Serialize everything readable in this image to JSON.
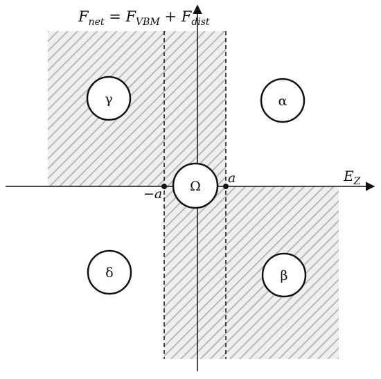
{
  "axes": {
    "y_label": {
      "base": "F",
      "net_sub": "net",
      "eq": " = ",
      "vbm_sub": "VBM",
      "plus": " + ",
      "dist_sub": "dist"
    },
    "x_label": {
      "base": "E",
      "sub": "Z"
    },
    "tick_positive": "a",
    "tick_negative": "−a"
  },
  "regions": {
    "alpha": "α",
    "beta": "β",
    "gamma": "γ",
    "delta": "δ",
    "omega": "Ω"
  },
  "colors": {
    "hatch": "#b8b8b8",
    "hatch_bg": "#efefef",
    "ink": "#111111"
  }
}
